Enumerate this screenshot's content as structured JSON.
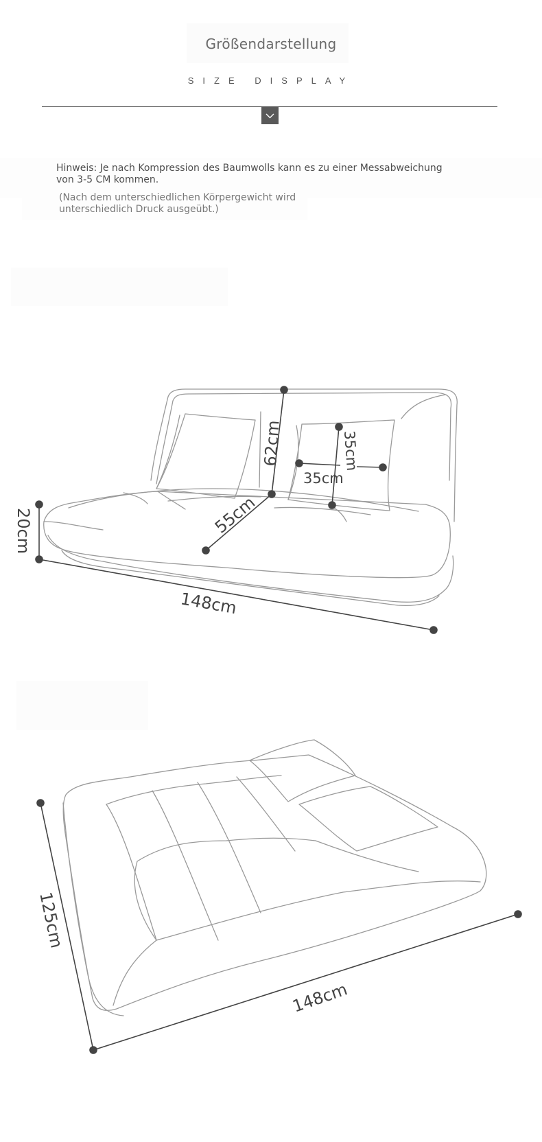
{
  "header": {
    "title": "Größendarstellung",
    "subtitle": "SIZE DISPLAY",
    "divider_icon": "chevron-down-icon"
  },
  "notes": {
    "primary": "Hinweis: Je nach Kompression des Baumwolls kann es zu einer Messabweichung von 3-5 CM kommen.",
    "secondary": "(Nach dem unterschiedlichen Körpergewicht wird unterschiedlich Druck ausgeübt.)"
  },
  "figure_sofa": {
    "height_label": "20cm",
    "width_label": "148cm",
    "seat_depth_label": "55cm",
    "back_height_label": "62cm",
    "pillow_height_label": "35cm",
    "pillow_width_label": "35cm"
  },
  "figure_bed": {
    "depth_label": "125cm",
    "width_label": "148cm"
  },
  "colors": {
    "line": "#444444",
    "outline": "#9a9a9a",
    "chevron_bg": "#595959"
  }
}
